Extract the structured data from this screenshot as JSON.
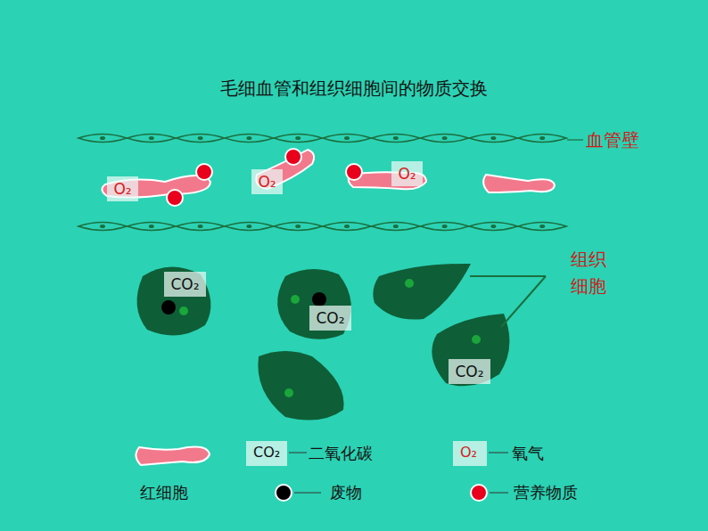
{
  "diagram": {
    "title": "毛细血管和组织细胞间的物质交换",
    "nodes": [
      {
        "text": [
          "O₂"
        ]
      },
      {
        "text": [
          "O₂"
        ]
      },
      {
        "text": [
          "O₂"
        ]
      },
      {
        "text": [
          "CO₂"
        ]
      },
      {
        "text": [
          "CO₂"
        ]
      },
      {
        "text": [
          "CO₂"
        ]
      }
    ],
    "labels": [
      "血管壁",
      "组织细胞",
      "CO₂",
      "O₂"
    ],
    "legend": [
      {
        "text": "红细胞"
      },
      {
        "text": "二氧化碳"
      },
      {
        "text": "氧气"
      },
      {
        "text": "废物",
        "color": "#000000"
      },
      {
        "text": "营养物质",
        "color": "#e8001c"
      }
    ]
  }
}
